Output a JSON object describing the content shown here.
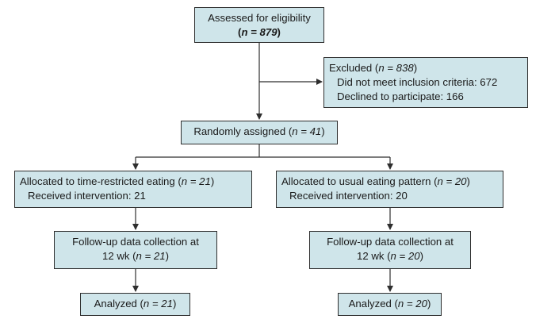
{
  "assessed": {
    "label": "Assessed for eligibility",
    "n_prefix": "(",
    "n_text": "n = 879",
    "n_suffix": ")"
  },
  "excluded": {
    "title_prefix": "Excluded (",
    "n_text": "n = 838",
    "title_suffix": ")",
    "reasons": [
      {
        "text": "Did not meet inclusion criteria: 672"
      },
      {
        "text": "Declined to participate: 166"
      }
    ]
  },
  "randomized": {
    "label_prefix": "Randomly assigned (",
    "n_text": "n = 41",
    "label_suffix": ")"
  },
  "arms": [
    {
      "allocated_prefix": "Allocated to time-restricted eating (",
      "allocated_n": "n = 21",
      "allocated_suffix": ")",
      "received": "Received intervention: 21",
      "followup_line1": "Follow-up data collection at",
      "followup_prefix": "12 wk (",
      "followup_n": "n = 21",
      "followup_suffix": ")",
      "analyzed_prefix": "Analyzed (",
      "analyzed_n": "n = 21",
      "analyzed_suffix": ")"
    },
    {
      "allocated_prefix": "Allocated to usual eating pattern (",
      "allocated_n": "n = 20",
      "allocated_suffix": ")",
      "received": "Received intervention: 20",
      "followup_line1": "Follow-up data collection at",
      "followup_prefix": "12 wk (",
      "followup_n": "n = 20",
      "followup_suffix": ")",
      "analyzed_prefix": "Analyzed (",
      "analyzed_n": "n = 20",
      "analyzed_suffix": ")"
    }
  ],
  "colors": {
    "box_fill": "#cfe5ea",
    "box_border": "#2e2e2e",
    "arrow": "#2e2e2e"
  }
}
